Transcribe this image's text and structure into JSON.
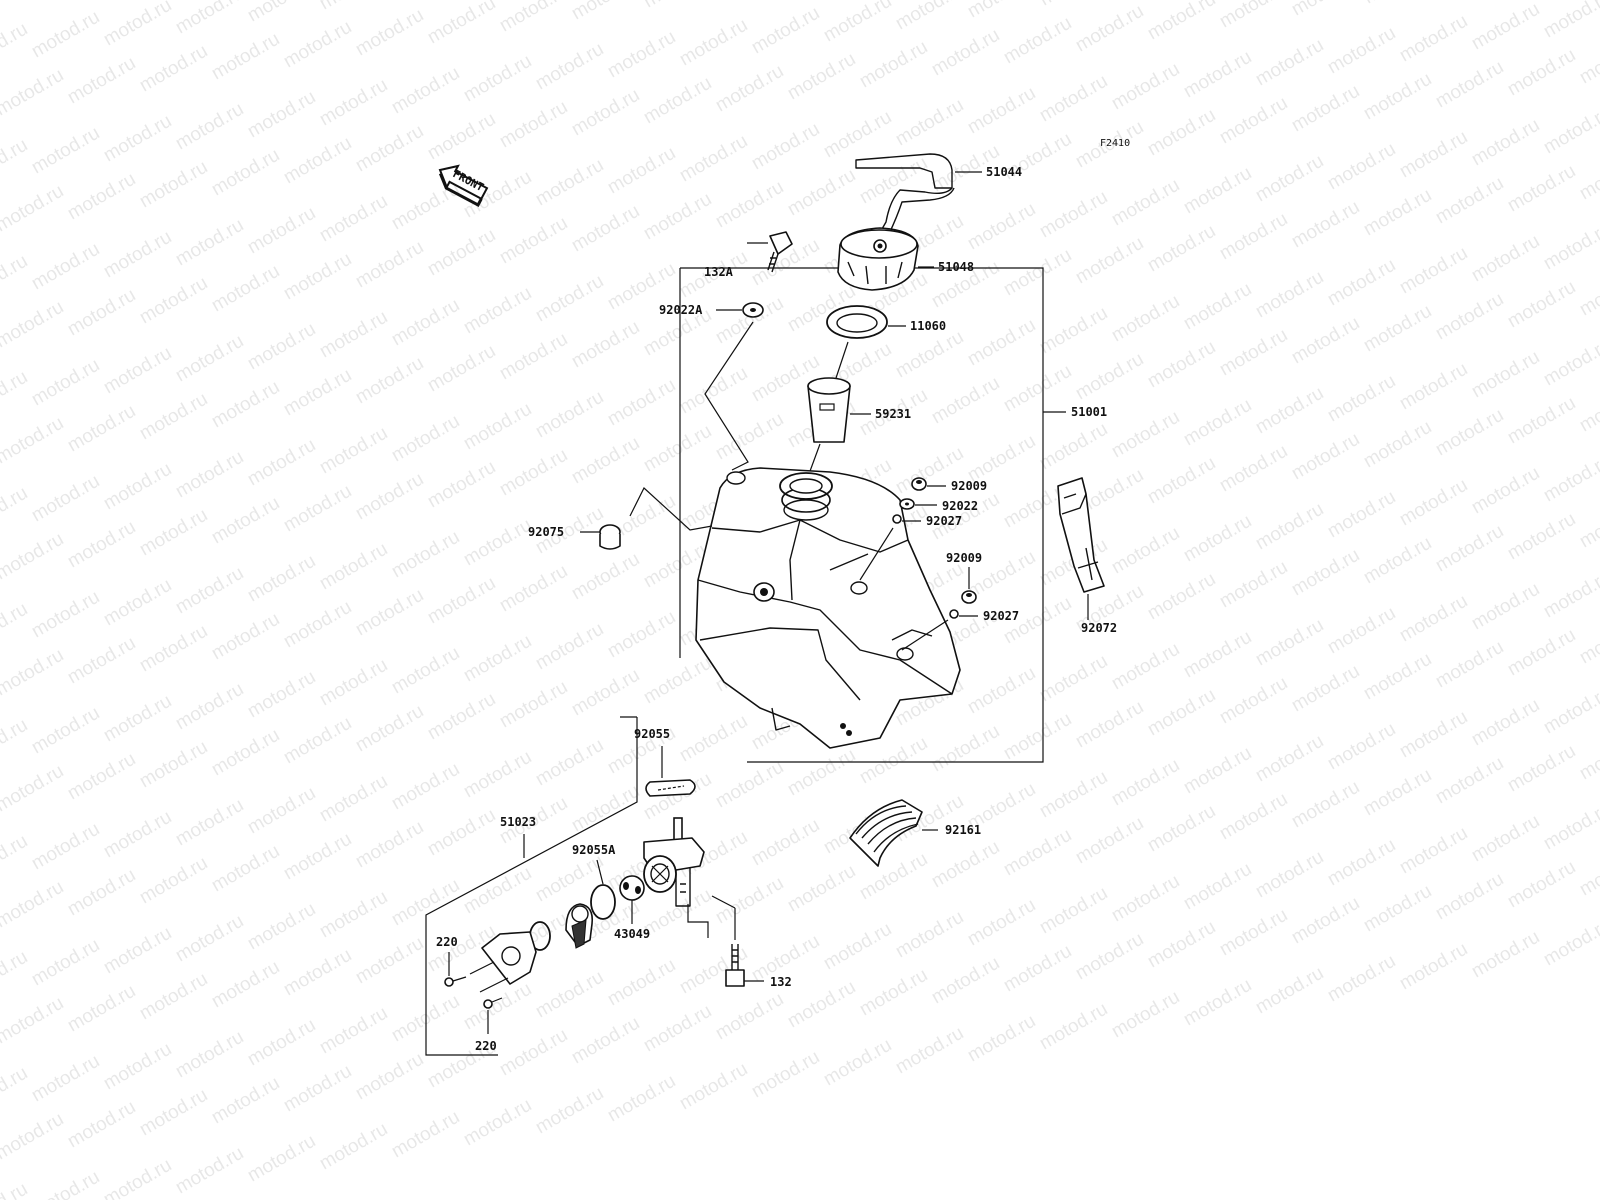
{
  "figure_code": "F2410",
  "front_label": "FRONT",
  "watermark_text": "motod.ru",
  "parts": {
    "p51044": "51044",
    "p51048": "51048",
    "p132A": "132A",
    "p92022A": "92022A",
    "p11060": "11060",
    "p59231": "59231",
    "p51001": "51001",
    "p92009a": "92009",
    "p92022": "92022",
    "p92027a": "92027",
    "p92075": "92075",
    "p92009b": "92009",
    "p92027b": "92027",
    "p92072": "92072",
    "p92055": "92055",
    "p51023": "51023",
    "p92055A": "92055A",
    "p43049": "43049",
    "p92161": "92161",
    "p220a": "220",
    "p220b": "220",
    "p132": "132"
  }
}
